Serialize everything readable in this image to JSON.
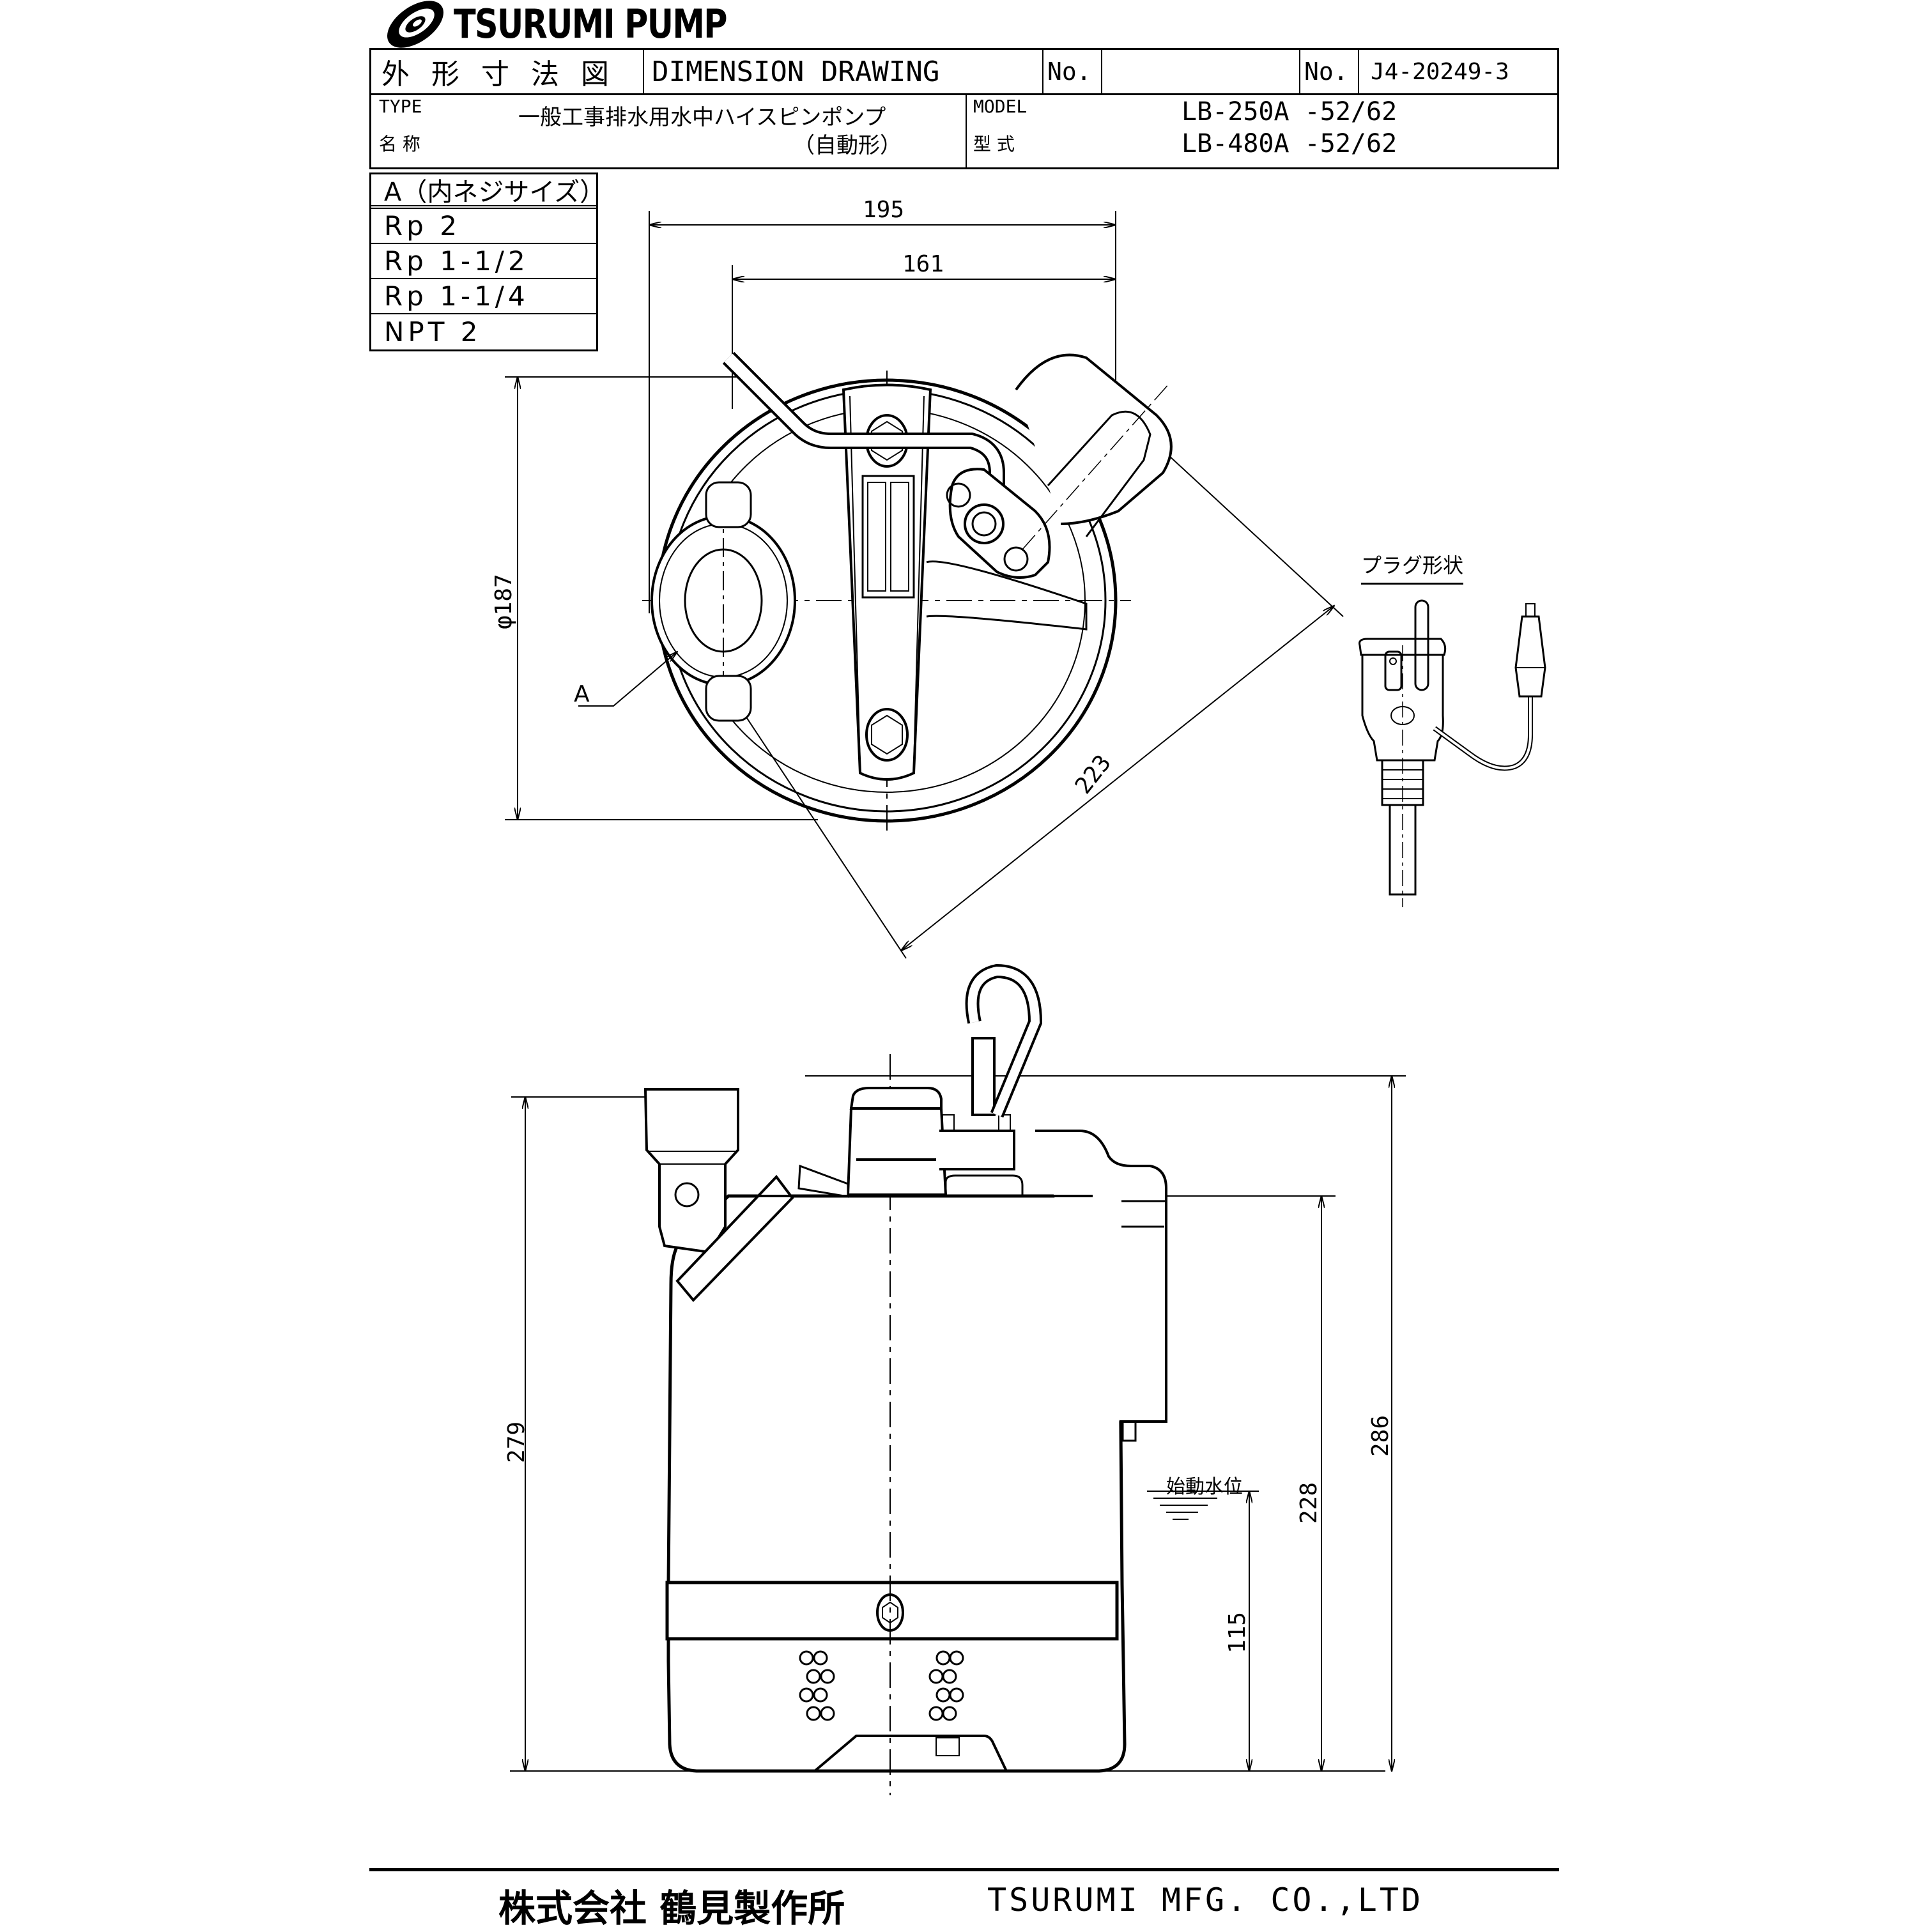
{
  "header": {
    "logo_text": "TSURUMI PUMP"
  },
  "title_block": {
    "title_jp": "外 形 寸 法 図",
    "title_en": "DIMENSION DRAWING",
    "no_label_1": "No.",
    "no_value_1": "",
    "no_label_2": "No.",
    "drawing_number": "J4-20249-3",
    "type_label_en": "TYPE",
    "type_label_jp": "名 称",
    "type_value_line1": "一般工事排水用水中ハイスピンポンプ",
    "type_value_line2": "（自動形）",
    "model_label_en": "MODEL",
    "model_label_jp": "型 式",
    "models": [
      "LB-250A -52/62",
      "LB-480A -52/62"
    ]
  },
  "thread_table": {
    "header": "A（内ネジサイズ）",
    "rows": [
      "Rp 2",
      "Rp 1-1/2",
      "Rp 1-1/4",
      "NPT 2"
    ]
  },
  "top_view": {
    "dim_overall_width": "195",
    "dim_body_width": "161",
    "dim_diameter": "φ187",
    "dim_diagonal": "223",
    "callout_A": "A"
  },
  "plug_view": {
    "title": "プラグ形状"
  },
  "side_view": {
    "dim_total_height_left": "279",
    "dim_total_height_right": "286",
    "dim_body_height": "228",
    "dim_start_level": "115",
    "start_level_label": "始動水位"
  },
  "footer": {
    "company_jp": "株式会社 鶴見製作所",
    "company_en": "TSURUMI MFG. CO.,LTD"
  },
  "colors": {
    "line": "#000000",
    "background": "#ffffff"
  }
}
